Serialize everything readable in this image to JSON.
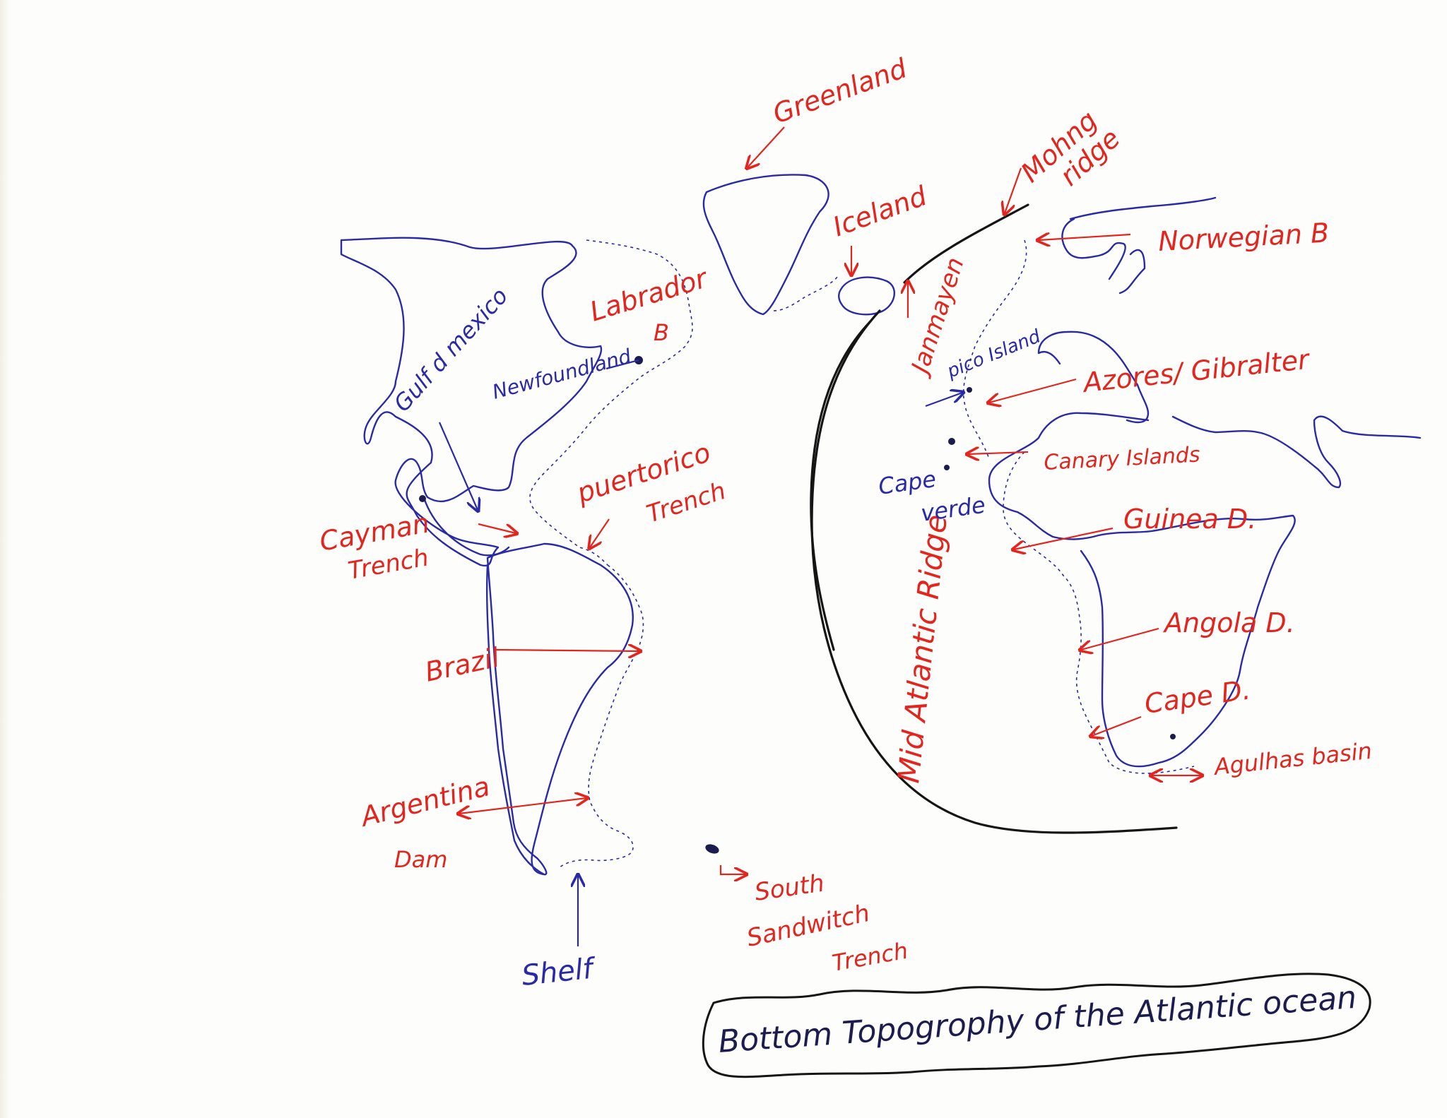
{
  "title": "Bottom Topogrophy of the Atlantic ocean",
  "colors": {
    "red_ink": "#e2261f",
    "blue_ink": "#2b2aa6",
    "black_ink": "#151515",
    "paper": "#fdfdfb"
  },
  "labels": {
    "greenland": "Greenland",
    "iceland": "Iceland",
    "mohng": "Mohng",
    "ridge_small": "ridge",
    "norwegian": "Norwegian B",
    "labrador": "Labrador",
    "labrador_b": "B",
    "newfoundland": "Newfoundland",
    "gulf_mexico": "Gulf d mexico",
    "janmayen": "Janmayen",
    "pico": "pico Island",
    "azores_gibralter": "Azores/ Gibralter",
    "canary": "Canary Islands",
    "cape_verde_1": "Cape",
    "cape_verde_2": "verde",
    "cayman_1": "Cayman",
    "cayman_2": "Trench",
    "puerto_1": "puertorico",
    "puerto_2": "Trench",
    "guinea": "Guinea D.",
    "angola": "Angola D.",
    "cape_d": "Cape D.",
    "agulhas": "Agulhas basin",
    "brazil": "Brazil",
    "argentina_1": "Argentina",
    "argentina_2": "Dam",
    "shelf": "Shelf",
    "south_1": "South",
    "south_2": "Sandwitch",
    "south_3": "Trench",
    "mar_ridge": "Mid Atlantic Ridge"
  }
}
